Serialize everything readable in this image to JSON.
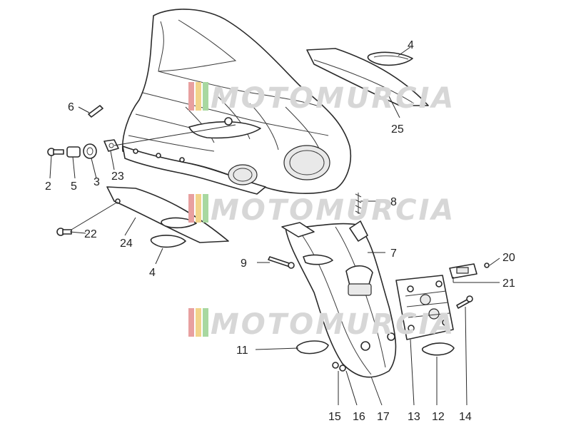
{
  "watermark": {
    "text": "MOTOMURCIA",
    "stripe_colors": [
      "#e8a0a0",
      "#f2d48a",
      "#a8d8a0"
    ]
  },
  "callouts": [
    {
      "id": "p2",
      "label": "2"
    },
    {
      "id": "p3",
      "label": "3"
    },
    {
      "id": "p4a",
      "label": "4"
    },
    {
      "id": "p4b",
      "label": "4"
    },
    {
      "id": "p5",
      "label": "5"
    },
    {
      "id": "p6",
      "label": "6"
    },
    {
      "id": "p7",
      "label": "7"
    },
    {
      "id": "p8",
      "label": "8"
    },
    {
      "id": "p9",
      "label": "9"
    },
    {
      "id": "p11",
      "label": "11"
    },
    {
      "id": "p12",
      "label": "12"
    },
    {
      "id": "p13",
      "label": "13"
    },
    {
      "id": "p14",
      "label": "14"
    },
    {
      "id": "p15",
      "label": "15"
    },
    {
      "id": "p16",
      "label": "16"
    },
    {
      "id": "p17",
      "label": "17"
    },
    {
      "id": "p20",
      "label": "20"
    },
    {
      "id": "p21",
      "label": "21"
    },
    {
      "id": "p22",
      "label": "22"
    },
    {
      "id": "p23",
      "label": "23"
    },
    {
      "id": "p24",
      "label": "24"
    },
    {
      "id": "p25",
      "label": "25"
    }
  ]
}
